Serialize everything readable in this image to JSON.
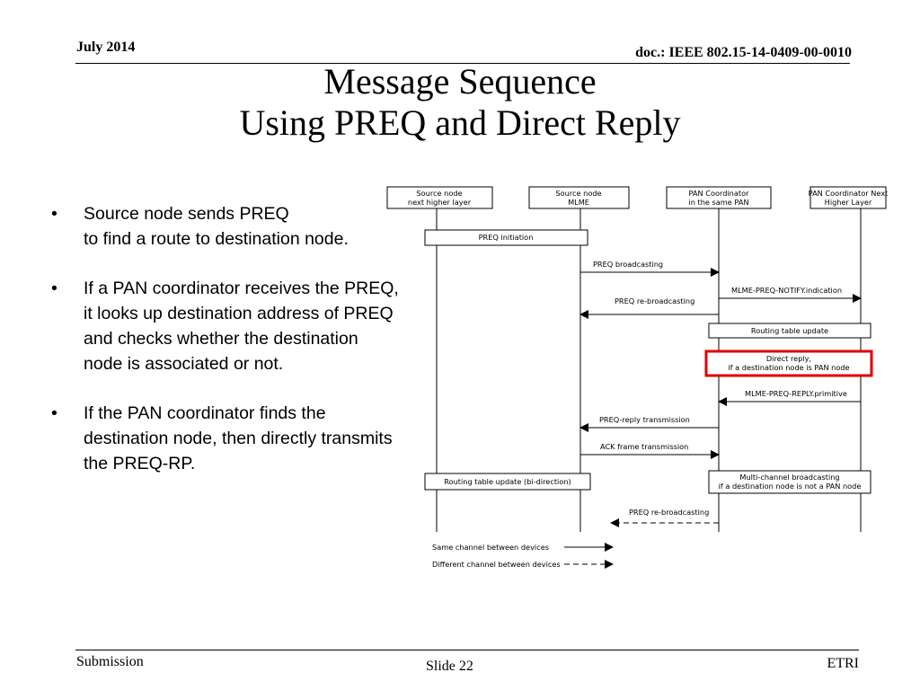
{
  "header": {
    "date": "July 2014",
    "doc_id": "doc.: IEEE 802.15-14-0409-00-0010"
  },
  "title": {
    "line1": "Message Sequence",
    "line2": "Using PREQ and Direct Reply"
  },
  "bullets": [
    "Source node sends PREQ\nto find a route to destination node.",
    "If a PAN coordinator receives the PREQ, it looks up destination address of PREQ and checks whether the destination node is associated or not.",
    "If the PAN coordinator finds the destination node, then directly transmits the PREQ-RP."
  ],
  "diagram": {
    "lifelines": [
      {
        "line1": "Source node",
        "line2": "next higher layer"
      },
      {
        "line1": "Source node",
        "line2": "MLME"
      },
      {
        "line1": "PAN Coordinator",
        "line2": "in the same PAN"
      },
      {
        "line1": "PAN Coordinator Next",
        "line2": "Higher Layer"
      }
    ],
    "preq_initiation": "PREQ initiation",
    "preq_broadcasting": "PREQ broadcasting",
    "notify_indication": "MLME-PREQ-NOTIFY.indication",
    "preq_rebroadcasting_1": "PREQ re-broadcasting",
    "routing_update": "Routing table update",
    "direct_reply_line1": "Direct reply,",
    "direct_reply_line2": "if a destination node is PAN node",
    "reply_primitive": "MLME-PREQ-REPLY.primitive",
    "preq_reply_tx": "PREQ-reply transmission",
    "ack_tx": "ACK frame transmission",
    "routing_update_bi": "Routing table update (bi-direction)",
    "multi_channel_line1": "Multi-channel broadcasting",
    "multi_channel_line2": "if a destination node is not a PAN node",
    "preq_rebroadcasting_2": "PREQ re-broadcasting",
    "legend_same": "Same channel between devices",
    "legend_diff": "Different channel between devices",
    "highlight_color": "#e00000"
  },
  "footer": {
    "submission": "Submission",
    "slide": "Slide 22",
    "org": "ETRI"
  }
}
